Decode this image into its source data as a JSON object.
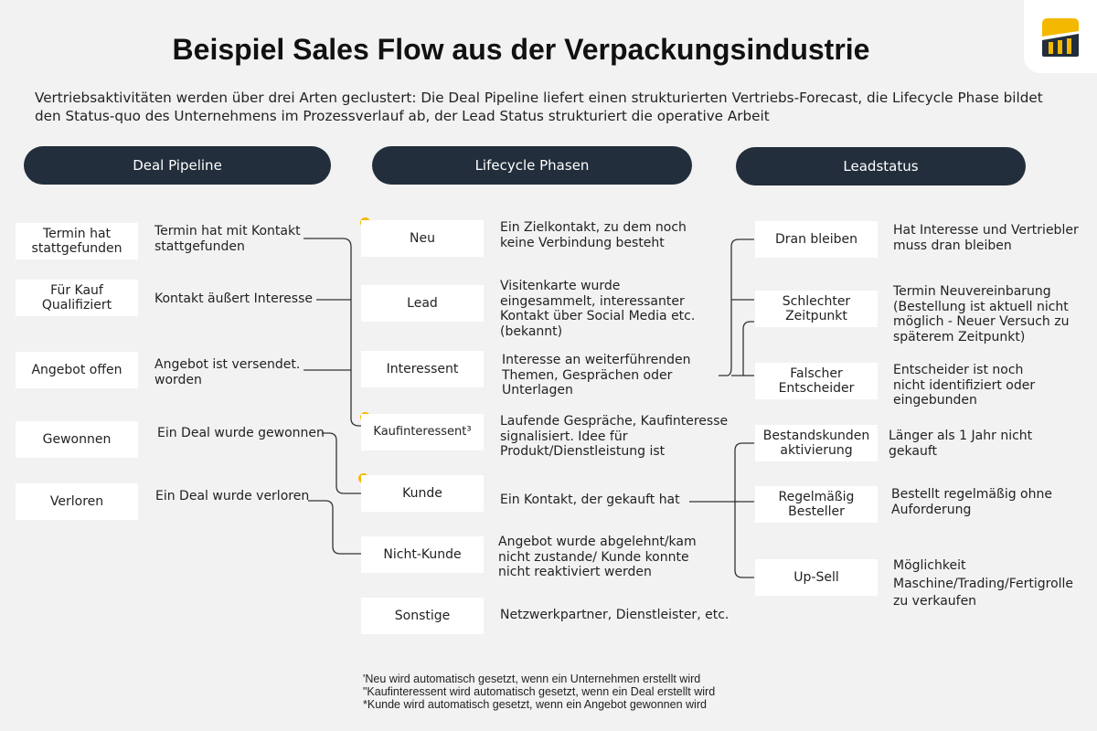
{
  "title": "Beispiel Sales Flow aus der Verpackungsindustrie",
  "subtitle": "Vertriebsaktivitäten werden über drei Arten geclustert: Die Deal Pipeline liefert einen strukturierten Vertriebs-Forecast, die Lifecycle Phase bildet den Status-quo des Unternehmens im Prozessverlauf ab, der Lead Status strukturiert die operative Arbeit",
  "colors": {
    "header_bg": "#222e3b",
    "dot": "#f5b800",
    "logo": "#f5b800",
    "background": "#f2f2f2"
  },
  "headers": {
    "deal": "Deal Pipeline",
    "lifecycle": "Lifecycle Phasen",
    "lead": "Leadstatus"
  },
  "deal_pipeline": [
    {
      "label": "Termin hat stattgefunden",
      "desc": "Termin hat mit Kontakt stattgefunden"
    },
    {
      "label": "Für Kauf Qualifiziert",
      "desc": "Kontakt äußert Interesse"
    },
    {
      "label": "Angebot offen",
      "desc": "Angebot ist versendet. worden"
    },
    {
      "label": "Gewonnen",
      "desc": "Ein Deal wurde gewonnen"
    },
    {
      "label": "Verloren",
      "desc": "Ein Deal wurde verloren"
    }
  ],
  "lifecycle": [
    {
      "label": "Neu",
      "desc": "Ein Zielkontakt, zu dem noch keine Verbindung besteht"
    },
    {
      "label": "Lead",
      "desc": "Visitenkarte wurde eingesammelt, interessanter Kontakt über Social Media etc. (bekannt)"
    },
    {
      "label": "Interessent",
      "desc": "Interesse an weiterführenden Themen, Gesprächen oder Unterlagen"
    },
    {
      "label": "Kaufinteressent³",
      "desc": "Laufende Gespräche, Kaufinteresse signalisiert. Idee für Produkt/Dienstleistung ist"
    },
    {
      "label": "Kunde",
      "desc": "Ein Kontakt, der gekauft hat"
    },
    {
      "label": "Nicht-Kunde",
      "desc": "Angebot wurde abgelehnt/kam nicht zustande/ Kunde konnte nicht reaktiviert werden"
    },
    {
      "label": "Sonstige",
      "desc": "Netzwerkpartner, Dienstleister, etc."
    }
  ],
  "leadstatus": [
    {
      "label": "Dran bleiben",
      "desc": "Hat Interesse und Vertriebler muss dran bleiben"
    },
    {
      "label": "Schlechter Zeitpunkt",
      "desc": "Termin Neuvereinbarung (Bestellung ist aktuell nicht möglich - Neuer Versuch zu späterem Zeitpunkt)"
    },
    {
      "label": "Falscher Entscheider",
      "desc": "Entscheider ist noch nicht identifiziert oder eingebunden"
    },
    {
      "label": "Bestandskunden aktivierung",
      "desc": "Länger als 1 Jahr nicht gekauft"
    },
    {
      "label": "Regelmäßig Besteller",
      "desc": "Bestellt regelmäßig ohne Auforderung"
    },
    {
      "label": "Up-Sell",
      "desc": "Möglichkeit Maschine/Trading/Fertigrolle zu verkaufen"
    }
  ],
  "footnotes": [
    "'Neu wird automatisch gesetzt, wenn ein Unternehmen erstellt wird",
    "\"Kaufinteressent wird automatisch gesetzt, wenn ein Deal erstellt wird",
    "*Kunde wird automatisch gesetzt, wenn ein Angebot gewonnen wird"
  ]
}
